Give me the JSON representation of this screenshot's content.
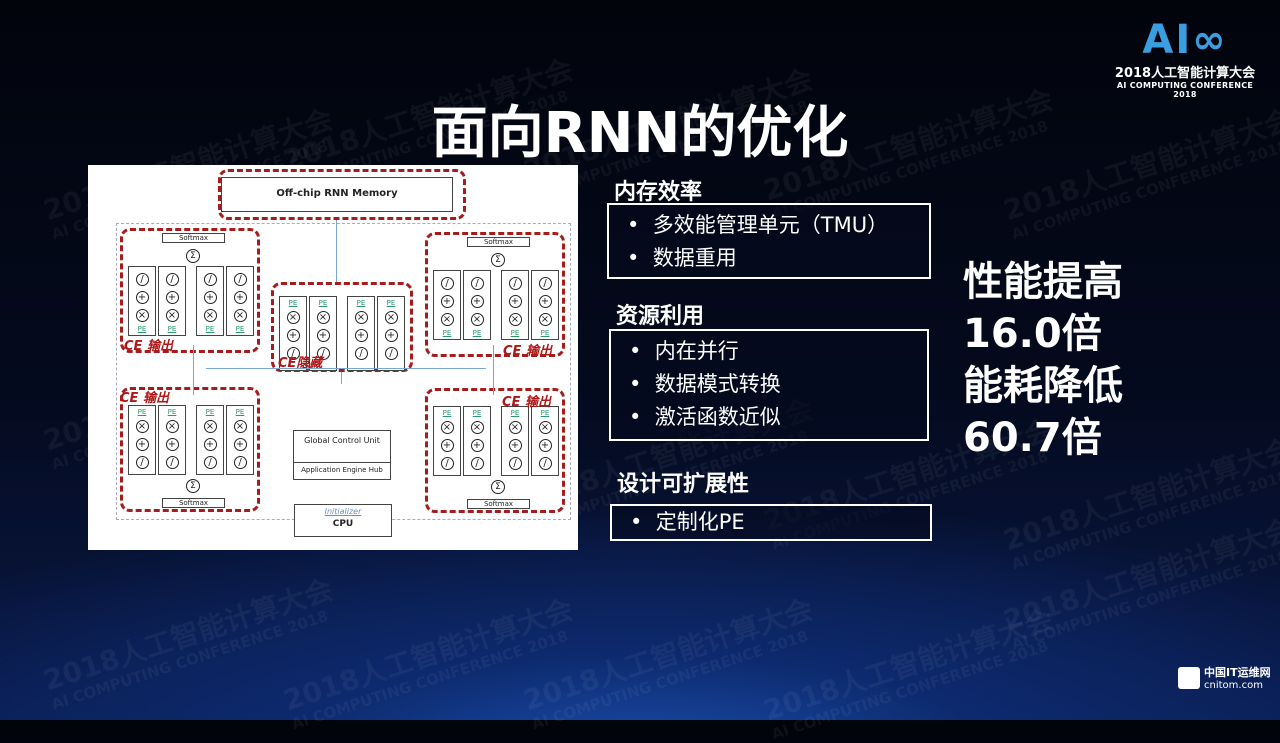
{
  "title": "面向RNN的优化",
  "logo": {
    "mark_a": "AI",
    "mark_b": "∞",
    "line1": "2018人工智能计算大会",
    "line2": "AI COMPUTING CONFERENCE 2018"
  },
  "watermark": {
    "line1": "2018人工智能计算大会",
    "line2": "AI COMPUTING CONFERENCE 2018"
  },
  "diagram": {
    "memory": "Off-chip RNN Memory",
    "softmax": "Softmax",
    "pe": "PE",
    "ce_output": "CE 输出",
    "ce_hidden": "CE隐藏",
    "global_control": "Global Control Unit",
    "hub": "Application Engine Hub",
    "initializer": "Initializer",
    "cpu": "CPU",
    "sigma": "Σ"
  },
  "sections": [
    {
      "title": "内存效率",
      "items": [
        "多效能管理单元（TMU）",
        "数据重用"
      ]
    },
    {
      "title": "资源利用",
      "items": [
        "内在并行",
        "数据模式转换",
        "激活函数近似"
      ]
    },
    {
      "title": "设计可扩展性",
      "items": [
        "定制化PE"
      ]
    }
  ],
  "results": [
    "性能提高",
    "16.0倍",
    "能耗降低",
    "60.7倍"
  ],
  "footer": {
    "site_cn": "中国IT运维网",
    "site_en": "cnitom.com"
  }
}
